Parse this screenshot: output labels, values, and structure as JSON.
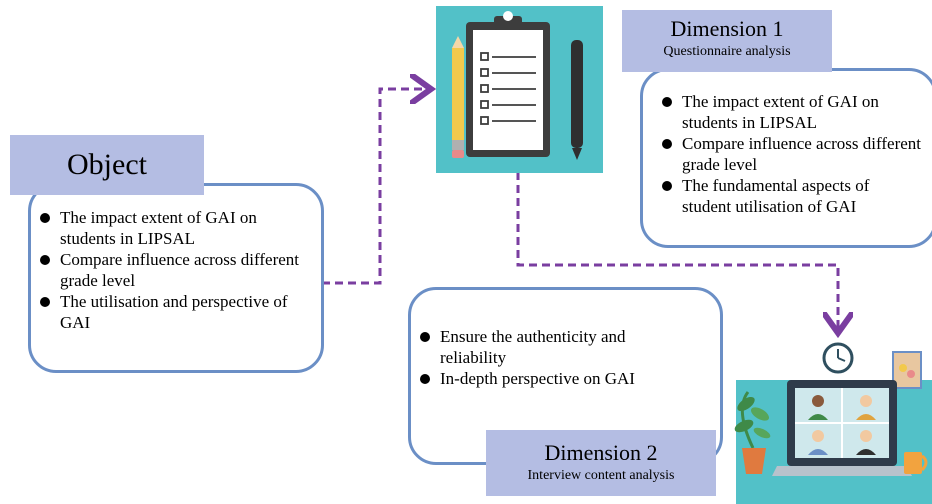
{
  "object": {
    "title": "Object",
    "items": [
      "The impact extent of GAI on students in LIPSAL",
      "Compare influence across different grade level",
      "The utilisation and perspective of GAI"
    ]
  },
  "dimension1": {
    "title": "Dimension 1",
    "subtitle": "Questionnaire analysis",
    "items": [
      "The impact extent of GAI on students in LIPSAL",
      "Compare influence across different grade level",
      "The fundamental aspects of student utilisation of GAI"
    ]
  },
  "dimension2": {
    "title": "Dimension 2",
    "subtitle": "Interview content analysis",
    "items": [
      "Ensure the authenticity and reliability",
      "In-depth perspective on GAI"
    ]
  },
  "icons": [
    "clipboard-checklist-icon",
    "pencil-icon",
    "pen-icon",
    "laptop-video-call-icon",
    "clock-icon",
    "picture-frame-icon",
    "plant-icon",
    "mug-icon"
  ],
  "colors": {
    "box_border": "#6b8fc6",
    "label_fill": "#b4bde3",
    "arrow": "#7a3ea0",
    "teal": "#52c1c8"
  }
}
